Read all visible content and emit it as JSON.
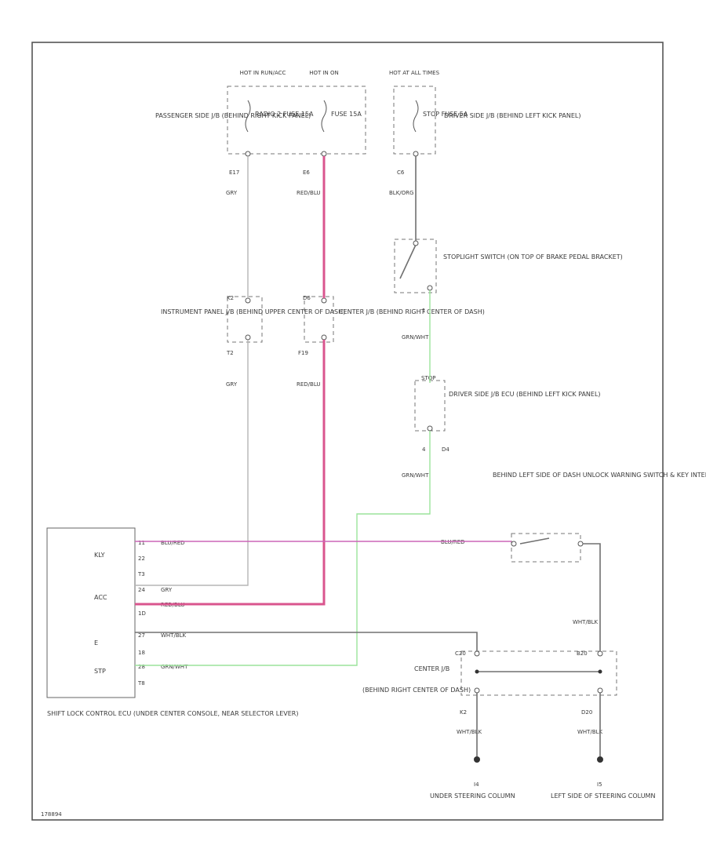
{
  "power": {
    "hot_run": "HOT IN RUN/ACC",
    "hot_run_start": "HOT IN ON",
    "hot_at_all_times": "HOT AT ALL TIMES"
  },
  "fuses": {
    "radio": "RADIO 2 FUSE 15A",
    "fuse_b": "FUSE 15A",
    "stop": "STOP FUSE 5A"
  },
  "locations": {
    "passenger_jb": "PASSENGER SIDE J/B (BEHIND RIGHT KICK PANEL)",
    "driver_jb": "DRIVER SIDE J/B (BEHIND LEFT KICK PANEL)",
    "stoplight": "STOPLIGHT SWITCH (ON TOP OF BRAKE PEDAL BRACKET)",
    "instrument_jb": "INSTRUMENT PANEL J/B (BEHIND UPPER CENTER OF DASH)",
    "center_jb": "CENTER J/B (BEHIND RIGHT CENTER OF DASH)",
    "driver_jb_ecu": "DRIVER SIDE J/B ECU (BEHIND LEFT KICK PANEL)",
    "unlock_switch": "BEHIND LEFT SIDE OF DASH UNLOCK WARNING SWITCH & KEY INTERLOCK SOLENOID",
    "center_jb_lower": "CENTER J/B",
    "center_jb_lower_loc": "(BEHIND RIGHT CENTER OF DASH)",
    "ecu": "SHIFT LOCK CONTROL ECU (UNDER CENTER CONSOLE, NEAR SELECTOR LEVER)",
    "ground_left": "UNDER STEERING COLUMN",
    "ground_right": "LEFT SIDE OF STEERING COLUMN",
    "stop_box_label": "STOP"
  },
  "connectors": {
    "c1": "E17",
    "c2": "E6",
    "c3": "C6",
    "c4": "K2",
    "c5": "T2",
    "c6": "D6",
    "c7": "F19",
    "c8": "1",
    "c9": "4",
    "c10": "D4",
    "c11": "C20",
    "c12": "B20",
    "c13": "K2",
    "c14": "D20",
    "g1": "I4",
    "g2": "I5"
  },
  "wires": {
    "gry": "GRY",
    "red_blu": "RED/BLU",
    "blk_org": "BLK/ORG",
    "grn_wht": "GRN/WHT",
    "blu_red": "BLU/RED",
    "wht_blk": "WHT/BLK"
  },
  "ecu_pins": {
    "kly": "KLY",
    "acc": "ACC",
    "e": "E",
    "stp": "STP",
    "p1": "11",
    "p2": "22",
    "p3": "T3",
    "p4": "24",
    "p5": "1D",
    "p6": "27",
    "p7": "18",
    "p8": "28",
    "p9": "T8"
  },
  "footer_code": "178894"
}
